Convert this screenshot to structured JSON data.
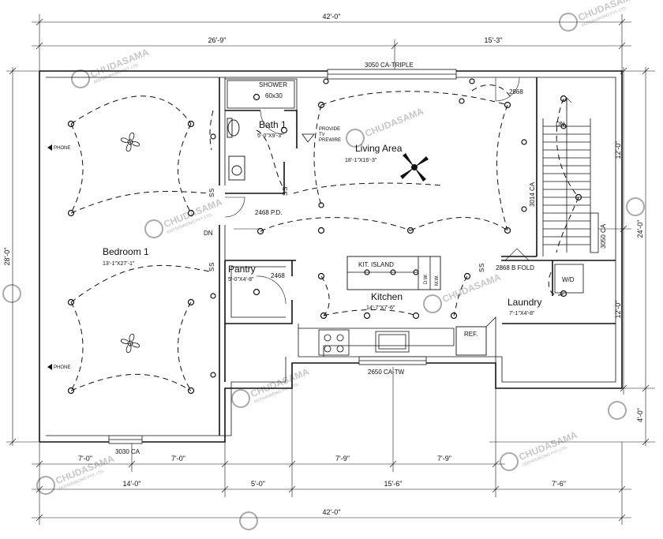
{
  "dimensions": {
    "overall_top": "42'-0\"",
    "top_left": "26'-9\"",
    "top_right": "15'-3\"",
    "left_height": "28'-0\"",
    "right_upper": "12'-0\"",
    "right_lower": "12'-0\"",
    "right_total": "24'-0\"",
    "right_bottom": "4'-0\"",
    "bottom_seg1": "7'-0\"",
    "bottom_seg2": "7'-0\"",
    "bottom_seg3": "7'-9\"",
    "bottom_seg4": "7'-9\"",
    "bottom2_seg1": "14'-0\"",
    "bottom2_seg2": "5'-0\"",
    "bottom2_seg3": "15'-6\"",
    "bottom2_seg4": "7'-6\"",
    "overall_bottom": "42'-0\""
  },
  "rooms": {
    "bedroom": {
      "name": "Bedroom 1",
      "size": "13'-1\"X27'-1\""
    },
    "bath": {
      "name": "Bath 1",
      "size": "5'-0\"X9'-3\""
    },
    "living": {
      "name": "Living Area",
      "size": "18'-1\"X16'-3\""
    },
    "pantry": {
      "name": "Pantry",
      "size": "5'-0\"X4'-8\""
    },
    "kitchen": {
      "name": "Kitchen",
      "size": "14'-7\"X7'-6\""
    },
    "laundry": {
      "name": "Laundry",
      "size": "7'-1\"X4'-8\""
    }
  },
  "labels": {
    "window_top": "3050 CA-TRIPLE",
    "door_2868": "2868",
    "shower": "SHOWER",
    "shower_size": "60x30",
    "provide": "PROVIDE",
    "tv": "TV",
    "prewire": "PREWIRE",
    "pd": "2468 P.D.",
    "dn_left": "DN",
    "dn_right": "DN",
    "ca_3014": "3014 CA",
    "ca_3050_side": "3050 CA",
    "bifold": "2868 B FOLD",
    "pantry_door": "2468",
    "island": "KIT. ISLAND",
    "dw": "D.W.",
    "mw": "M.W.",
    "wd": "W/D",
    "ref": "REF.",
    "window_kitchen": "2650 CA-TW",
    "window_bedroom": "3030 CA",
    "phone1": "PHONE",
    "phone2": "PHONE",
    "s1": "S",
    "s2": "S",
    "s3": "S",
    "s4": "S",
    "s5": "S",
    "s6": "S",
    "s7": "S",
    "s8": "S"
  },
  "watermark": {
    "text": "CHUDASAMA",
    "sub": "OUTSOURCING PVT. LTD."
  }
}
